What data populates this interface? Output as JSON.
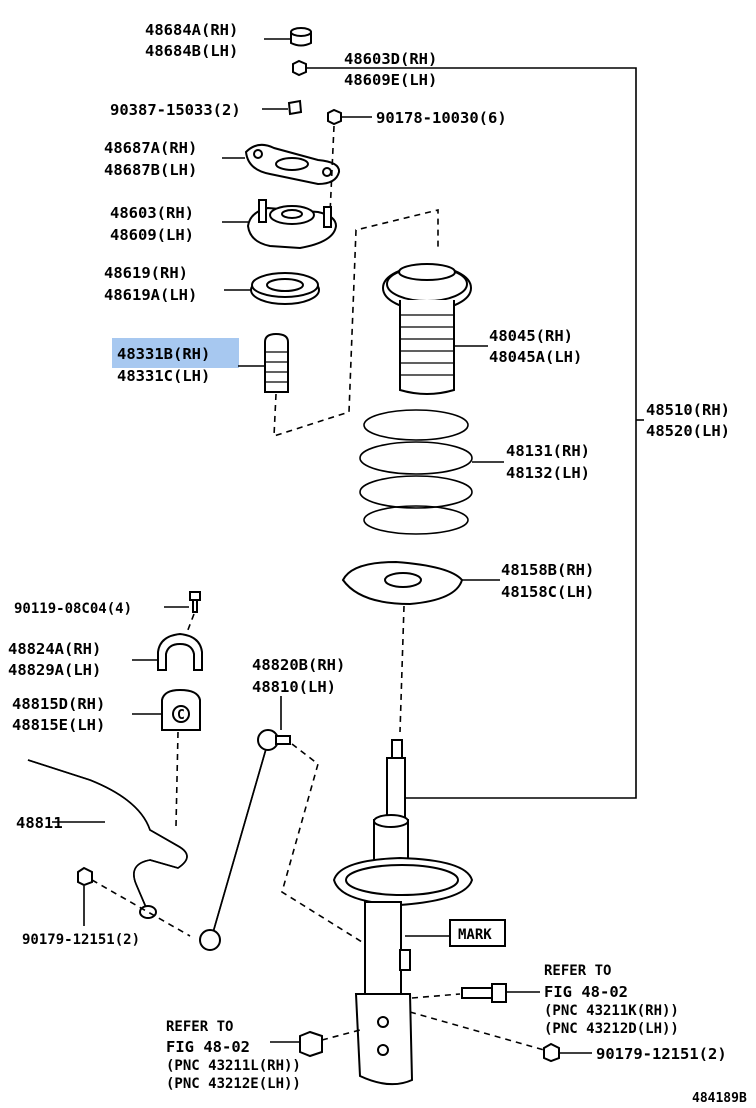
{
  "highlight_color": "#a7c8f0",
  "labels": {
    "l48684a": "48684A(RH)",
    "l48684b": "48684B(LH)",
    "l48603d": "48603D(RH)",
    "l48609e": "48609E(LH)",
    "l90387": "90387-15033(2)",
    "l90178": "90178-10030(6)",
    "l48687a": "48687A(RH)",
    "l48687b": "48687B(LH)",
    "l48603": "48603(RH)",
    "l48609": "48609(LH)",
    "l48619": "48619(RH)",
    "l48619a": "48619A(LH)",
    "l48331b": "48331B(RH)",
    "l48331c": "48331C(LH)",
    "l48045": "48045(RH)",
    "l48045a": "48045A(LH)",
    "l48510": "48510(RH)",
    "l48520": "48520(LH)",
    "l48131": "48131(RH)",
    "l48132": "48132(LH)",
    "l48158b": "48158B(RH)",
    "l48158c": "48158C(LH)",
    "l90119": "90119-08C04(4)",
    "l48824a": "48824A(RH)",
    "l48829a": "48829A(LH)",
    "l48820b": "48820B(RH)",
    "l48810": "48810(LH)",
    "l48815d": "48815D(RH)",
    "l48815e": "48815E(LH)",
    "l48811": "48811",
    "l90179a": "90179-12151(2)",
    "mark": "MARK",
    "refer_right_1": "REFER TO",
    "refer_right_2": "FIG 48-02",
    "refer_right_3": "(PNC 43211K(RH))",
    "refer_right_4": "(PNC 43212D(LH))",
    "refer_left_1": "REFER TO",
    "refer_left_2": "FIG 48-02",
    "refer_left_3": "(PNC 43211L(RH))",
    "refer_left_4": "(PNC 43212E(LH))",
    "l90179b": "90179-12151(2)",
    "figure_id": "484189B"
  }
}
